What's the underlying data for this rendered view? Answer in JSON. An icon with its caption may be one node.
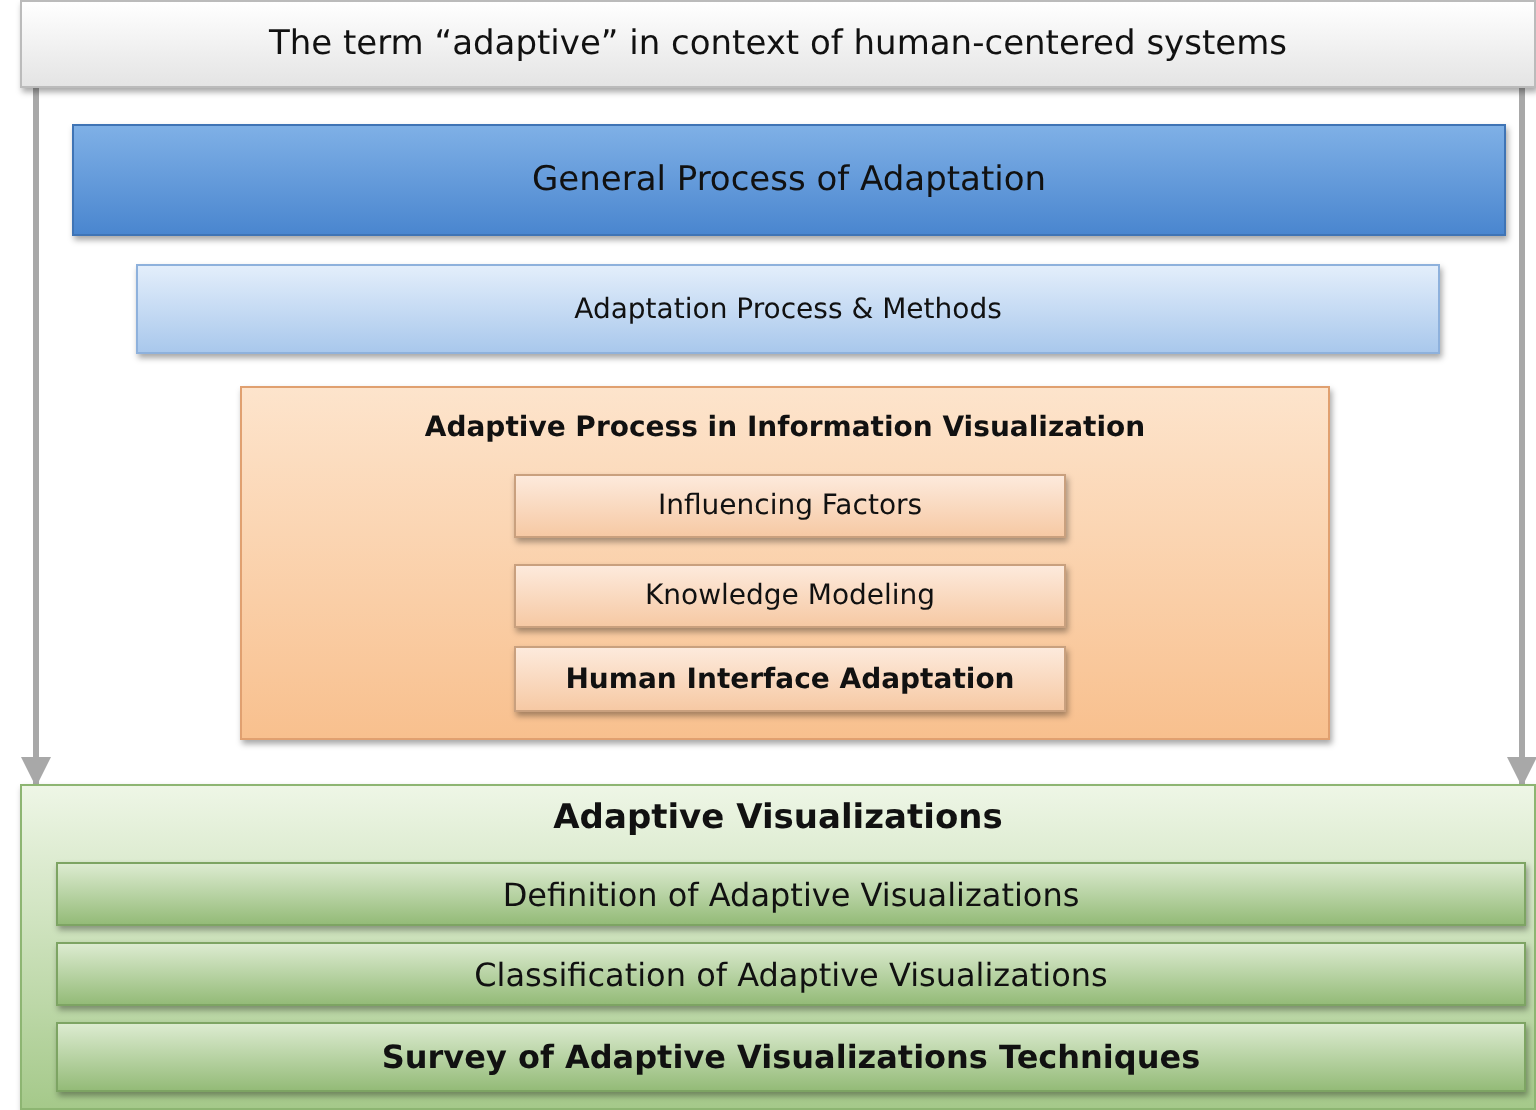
{
  "diagram": {
    "nodes": [
      {
        "text": [
          "The term “adaptive” in context of human-centered systems"
        ]
      },
      {
        "text": [
          "General Process of Adaptation"
        ]
      },
      {
        "text": [
          "Adaptation Process & Methods"
        ]
      },
      {
        "text": [
          "Adaptive Process in Information Visualization"
        ]
      },
      {
        "text": [
          "Influencing Factors"
        ],
        "in": 3
      },
      {
        "text": [
          "Knowledge Modeling"
        ],
        "in": 3
      },
      {
        "text": [
          "Human Interface Adaptation"
        ],
        "in": 3
      },
      {
        "text": [
          "Adaptive Visualizations"
        ]
      },
      {
        "text": [
          "Definition of Adaptive Visualizations"
        ],
        "in": 7
      },
      {
        "text": [
          "Classification of Adaptive Visualizations"
        ],
        "in": 7
      },
      {
        "text": [
          "Survey of Adaptive Visualizations Techniques"
        ],
        "in": 7
      }
    ],
    "edges": [
      {
        "from": 0,
        "to": 7,
        "arrow": "to"
      },
      {
        "from": 0,
        "to": 7,
        "arrow": "to"
      }
    ]
  }
}
